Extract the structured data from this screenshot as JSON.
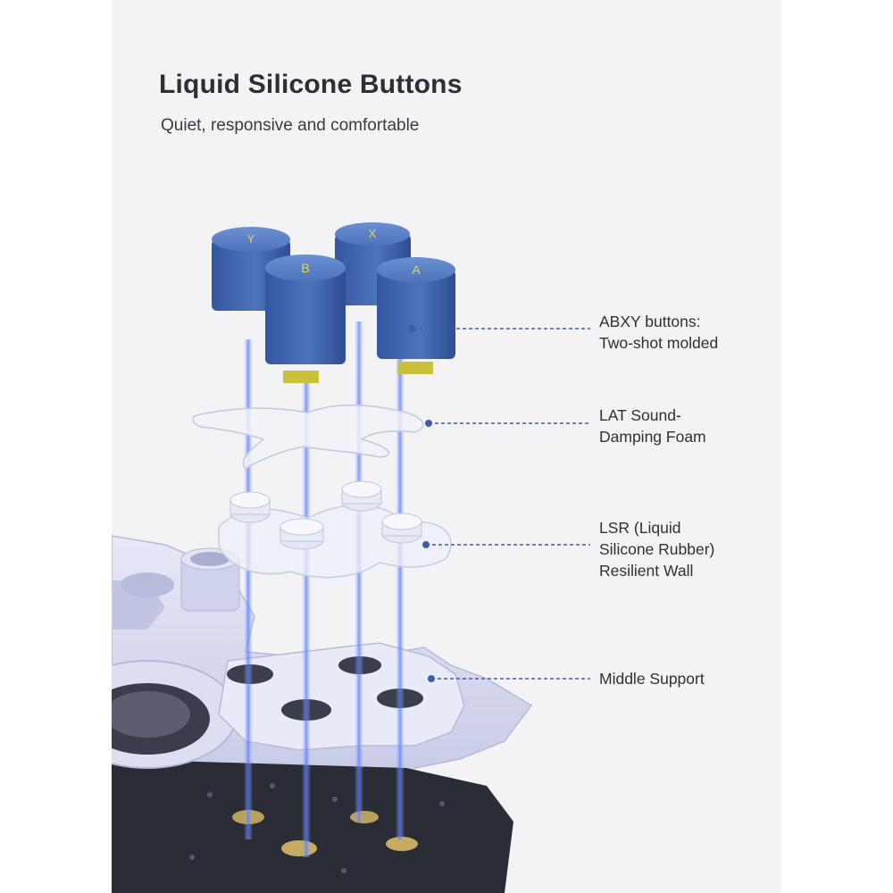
{
  "header": {
    "title": "Liquid Silicone Buttons",
    "subtitle": "Quiet, responsive and comfortable"
  },
  "callouts": [
    {
      "lines": [
        "ABXY buttons:",
        "Two-shot molded"
      ]
    },
    {
      "lines": [
        "LAT Sound-",
        "Damping Foam"
      ]
    },
    {
      "lines": [
        "LSR (Liquid",
        "Silicone Rubber)",
        "Resilient Wall"
      ]
    },
    {
      "lines": [
        "Middle Support"
      ]
    }
  ],
  "button_glyphs": [
    "Y",
    "B",
    "X",
    "A"
  ],
  "colors": {
    "background": "#f3f3f5",
    "button_blue": "#4a6fb5",
    "button_stem": "#c9c13a",
    "leader_line": "#3b5ea8",
    "glyph_yellow": "#e3d64a",
    "support_lavender": "#d3d6ef"
  }
}
